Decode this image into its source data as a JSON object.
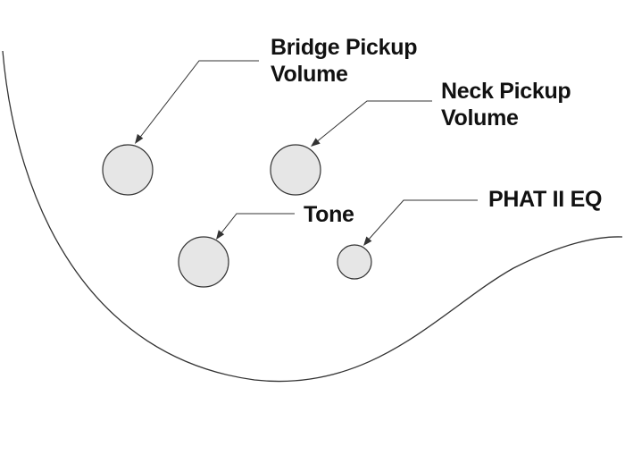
{
  "diagram": {
    "labels": {
      "bridge_volume": {
        "line1": "Bridge Pickup",
        "line2": "Volume"
      },
      "neck_volume": {
        "line1": "Neck Pickup",
        "line2": "Volume"
      },
      "tone": {
        "line1": "Tone"
      },
      "phat_eq": {
        "line1": "PHAT II EQ"
      }
    },
    "colors": {
      "knob_fill": "#e6e6e6",
      "outline": "#333333",
      "text": "#111111",
      "background": "#ffffff"
    }
  }
}
